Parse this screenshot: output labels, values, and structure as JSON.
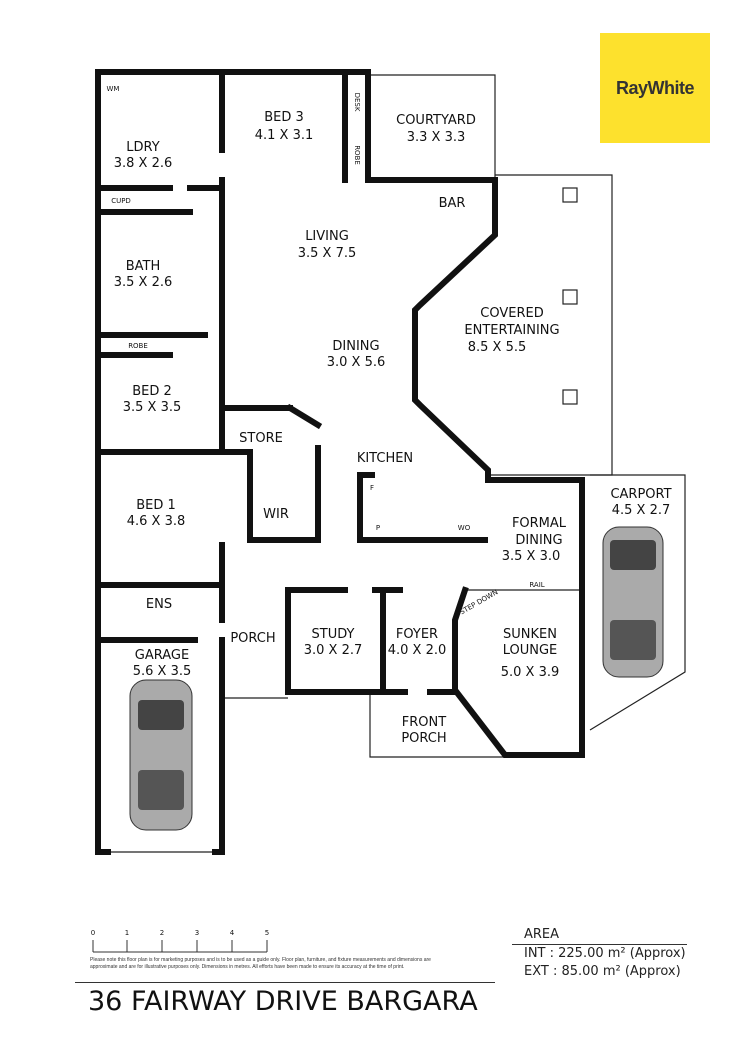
{
  "brand": {
    "logo_text": "RayWhite",
    "color": "#fde12d"
  },
  "rooms": {
    "wm": "WM",
    "bed3": "BED 3",
    "bed3_dim": "4.1 X 3.1",
    "desk": "DESK",
    "robe1": "ROBE",
    "courtyard": "COURTYARD",
    "courtyard_dim": "3.3 X 3.3",
    "ldry": "LDRY",
    "ldry_dim": "3.8 X 2.6",
    "cupd": "CUPD",
    "bar": "BAR",
    "living": "LIVING",
    "living_dim": "3.5 X 7.5",
    "bath": "BATH",
    "bath_dim": "3.5 X 2.6",
    "covered1": "COVERED",
    "covered2": "ENTERTAINING",
    "covered_dim": "8.5 X 5.5",
    "robe2": "ROBE",
    "dining": "DINING",
    "dining_dim": "3.0 X 5.6",
    "bed2": "BED 2",
    "bed2_dim": "3.5 X 3.5",
    "store": "STORE",
    "kitchen": "KITCHEN",
    "bed1": "BED 1",
    "bed1_dim": "4.6 X 3.8",
    "wir": "WIR",
    "carport": "CARPORT",
    "carport_dim": "4.5 X 2.7",
    "formal1": "FORMAL",
    "formal2": "DINING",
    "formal_dim": "3.5 X 3.0",
    "f": "F",
    "p": "P",
    "wo": "WO",
    "rail": "RAIL",
    "step_down": "STEP DOWN",
    "ens": "ENS",
    "porch": "PORCH",
    "study": "STUDY",
    "study_dim": "3.0 X 2.7",
    "foyer": "FOYER",
    "foyer_dim": "4.0 X 2.0",
    "sunken1": "SUNKEN",
    "sunken2": "LOUNGE",
    "sunken_dim": "5.0 X 3.9",
    "garage": "GARAGE",
    "garage_dim": "5.6 X 3.5",
    "front1": "FRONT",
    "front2": "PORCH"
  },
  "scale": {
    "ticks": [
      "0",
      "1",
      "2",
      "3",
      "4",
      "5"
    ]
  },
  "disclaimer": "Please note this floor plan is for marketing purposes and is to be used as a guide only. Floor plan, furniture, and fixture measurements and dimensions are approximate and are for illustrative purposes only. Dimensions in metres. All efforts have been made to ensure its accuracy at the time of print.",
  "area": {
    "heading": "AREA",
    "int": "INT  :  225.00  m² (Approx)",
    "ext": "EXT  :  85.00    m² (Approx)"
  },
  "address": "36 FAIRWAY DRIVE BARGARA"
}
